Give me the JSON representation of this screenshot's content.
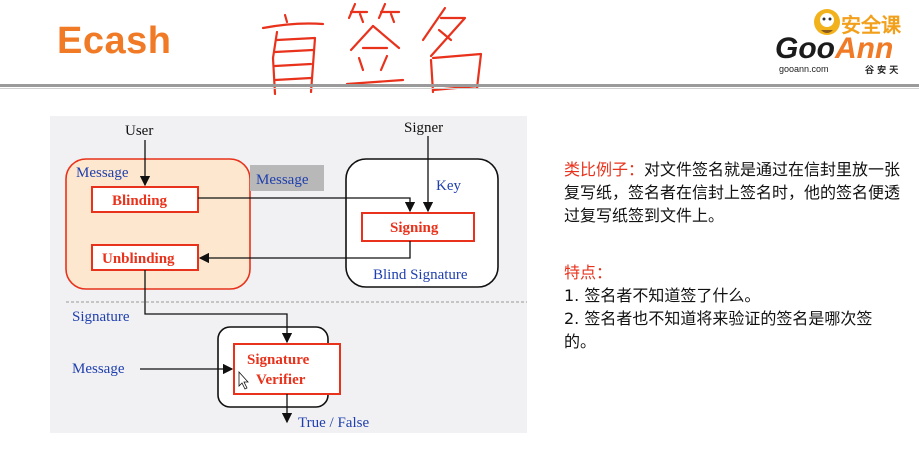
{
  "slide": {
    "title": "Ecash",
    "handwritten_note": "盲签名"
  },
  "logo": {
    "brand": "GooAnn",
    "site": "gooann.com",
    "cn_small": "谷 安 天",
    "cn_badge": "安全课"
  },
  "diagram": {
    "user_label": "User",
    "signer_label": "Signer",
    "message_left": "Message",
    "blinding": "Blinding",
    "unblinding": "Unblinding",
    "message_mid": "Message",
    "key_label": "Key",
    "signing": "Signing",
    "blind_signature": "Blind Signature",
    "signature_label": "Signature",
    "message_bottom": "Message",
    "verifier_line1": "Signature",
    "verifier_line2": "Verifier",
    "result": "True / False"
  },
  "notes": {
    "analogy_heading": "类比例子：",
    "analogy_text": "对文件签名就是通过在信封里放一张复写纸，签名者在信封上签名时，他的签名便透过复写纸签到文件上。",
    "features_heading": "特点：",
    "feature_1": "1.  签名者不知道签了什么。",
    "feature_2": "2.  签名者也不知道将来验证的签名是哪次签的。"
  },
  "colors": {
    "accent_orange": "#f07a25",
    "box_red": "#e8321c",
    "text_blue": "#1f3fae",
    "panel_bg": "#f1f1f3",
    "message_tag_bg": "#b8b8b8",
    "left_group_fill": "#fde8cf"
  }
}
